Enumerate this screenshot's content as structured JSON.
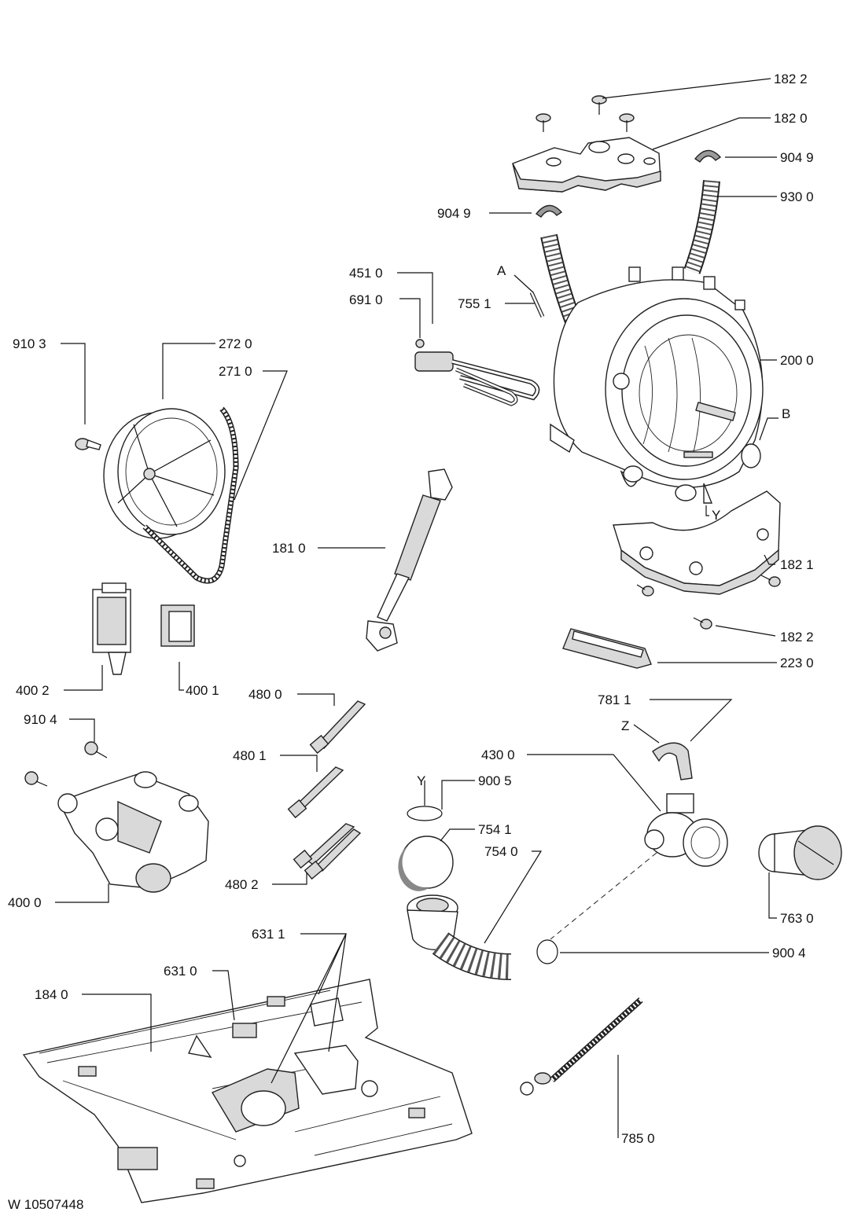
{
  "drawing_ref": "W 10507448",
  "parts": [
    {
      "code": "182 2"
    },
    {
      "code": "182 0"
    },
    {
      "code": "904 9"
    },
    {
      "code": "930 0"
    },
    {
      "code": "904 9"
    },
    {
      "code": "451 0"
    },
    {
      "code": "691 0"
    },
    {
      "code": "755 1"
    },
    {
      "code": "A"
    },
    {
      "code": "910 3"
    },
    {
      "code": "272 0"
    },
    {
      "code": "271 0"
    },
    {
      "code": "200 0"
    },
    {
      "code": "B"
    },
    {
      "code": "Y"
    },
    {
      "code": "182 1"
    },
    {
      "code": "181 0"
    },
    {
      "code": "182 2"
    },
    {
      "code": "223 0"
    },
    {
      "code": "400 2"
    },
    {
      "code": "400 1"
    },
    {
      "code": "480 0"
    },
    {
      "code": "781 1"
    },
    {
      "code": "910 4"
    },
    {
      "code": "Z"
    },
    {
      "code": "480 1"
    },
    {
      "code": "430 0"
    },
    {
      "code": "Y"
    },
    {
      "code": "900 5"
    },
    {
      "code": "754 1"
    },
    {
      "code": "754 0"
    },
    {
      "code": "480 2"
    },
    {
      "code": "400 0"
    },
    {
      "code": "763 0"
    },
    {
      "code": "631 1"
    },
    {
      "code": "900 4"
    },
    {
      "code": "631 0"
    },
    {
      "code": "184 0"
    },
    {
      "code": "785 0"
    }
  ]
}
